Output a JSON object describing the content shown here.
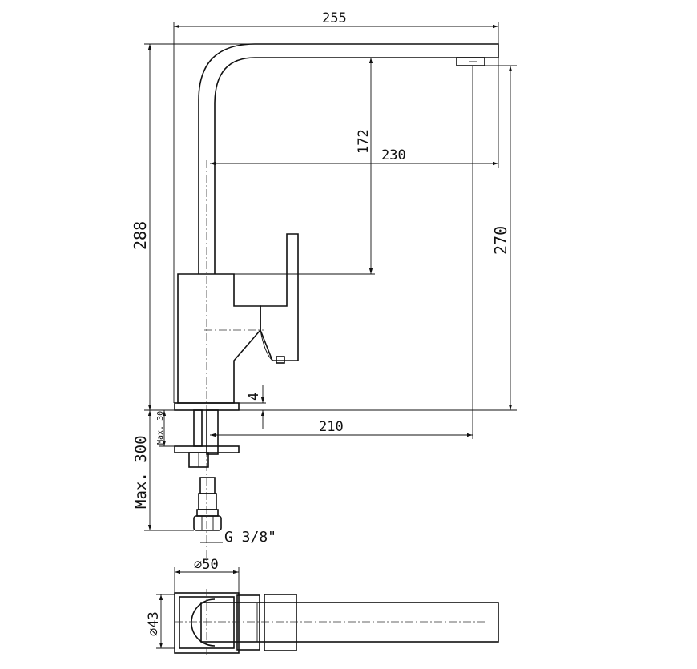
{
  "title": "Kitchen faucet technical drawing",
  "dimensions": {
    "overall_width": "255",
    "spout_clearance": "172",
    "spout_reach": "230",
    "overall_height": "288",
    "outlet_height": "270",
    "plate_offset": "4",
    "base_reach": "210",
    "max_deck_thickness": "Max. 30",
    "max_hose_length": "Max. 300",
    "thread_size": "G 3/8\"",
    "body_diameter": "⌀50",
    "spout_diameter": "⌀43"
  }
}
